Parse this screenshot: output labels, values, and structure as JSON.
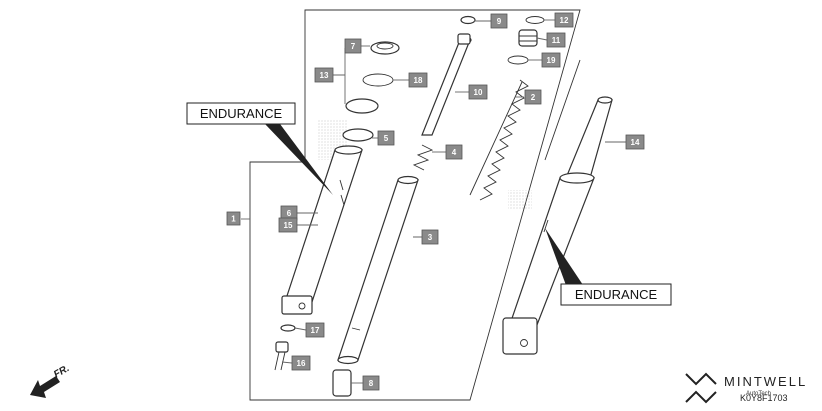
{
  "callouts": [
    "ENDURANCE",
    "ENDURANCE"
  ],
  "part_numbers": [
    "1",
    "2",
    "3",
    "4",
    "5",
    "6",
    "7",
    "8",
    "9",
    "10",
    "11",
    "12",
    "13",
    "14",
    "15",
    "16",
    "17",
    "18",
    "19"
  ],
  "direction_label": "FR.",
  "drawing_code": "K0Y8F1703",
  "brand": {
    "name": "MINTWELL",
    "tagline": "AutoTech"
  },
  "colors": {
    "tag": "#8a8a8a",
    "line": "#333333",
    "background": "#ffffff"
  }
}
